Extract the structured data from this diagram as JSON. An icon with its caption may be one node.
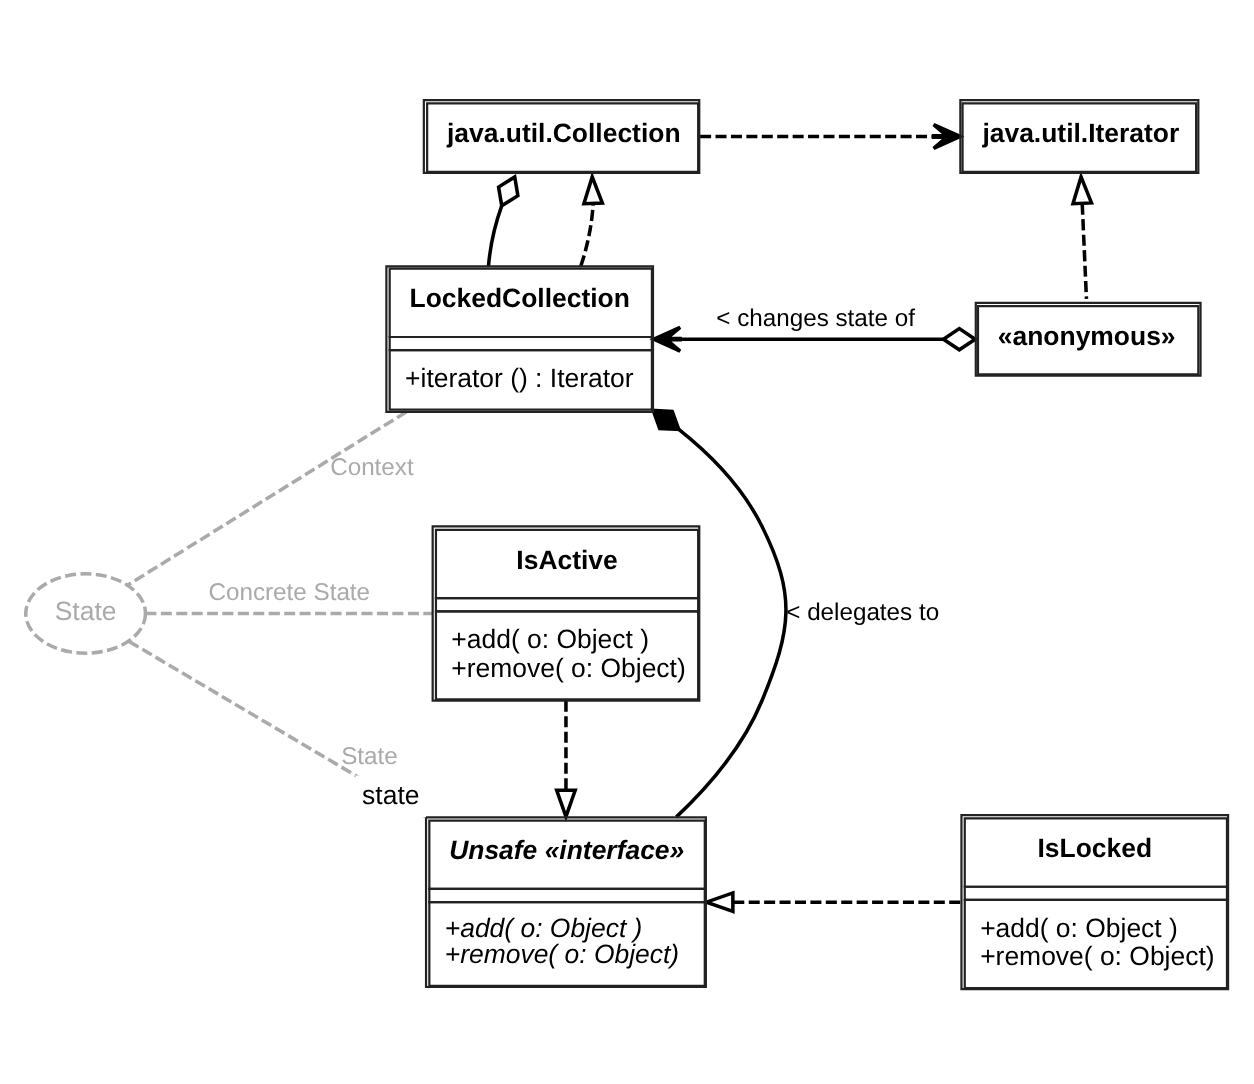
{
  "diagram": {
    "nodes": [
      {
        "text": [
          "java.util.Collection"
        ]
      },
      {
        "text": [
          "java.util.Iterator"
        ]
      },
      {
        "text": [
          "LockedCollection",
          "+iterator () : Iterator"
        ]
      },
      {
        "text": [
          "«anonymous»"
        ]
      },
      {
        "text": [
          "State"
        ]
      },
      {
        "text": [
          "IsActive",
          "+add( o: Object )",
          "+remove( o: Object)"
        ]
      },
      {
        "text": [
          "Unsafe «interface»",
          "+add( o: Object )",
          "+remove( o: Object)"
        ],
        "beside": [
          "state"
        ]
      },
      {
        "text": [
          "IsLocked",
          "+add( o: Object )",
          "+remove( o: Object)"
        ]
      }
    ],
    "edges": [
      {
        "from": 0,
        "to": 1,
        "arrow": "to",
        "style": "dashed"
      },
      {
        "from": 2,
        "to": 0,
        "arrow": "to",
        "style": "dashed"
      },
      {
        "from": 0,
        "to": 2,
        "arrow": "other"
      },
      {
        "from": 3,
        "to": 1,
        "arrow": "to",
        "style": "dashed"
      },
      {
        "from": 3,
        "to": 2,
        "arrow": "to",
        "label": "< changes state of"
      },
      {
        "from": 2,
        "to": 6,
        "arrow": "other",
        "label": "< delegates to"
      },
      {
        "from": 4,
        "to": 2,
        "arrow": "none",
        "style": "dashed",
        "color": "#aaaaaa",
        "label": "Context"
      },
      {
        "from": 4,
        "to": 5,
        "arrow": "none",
        "style": "dashed",
        "color": "#aaaaaa",
        "label": "Concrete State"
      },
      {
        "from": 4,
        "to": 6,
        "arrow": "none",
        "style": "dashed",
        "color": "#aaaaaa",
        "label": "State"
      },
      {
        "from": 5,
        "to": 6,
        "arrow": "to",
        "style": "dashed"
      },
      {
        "from": 7,
        "to": 6,
        "arrow": "to",
        "style": "dashed"
      }
    ]
  }
}
